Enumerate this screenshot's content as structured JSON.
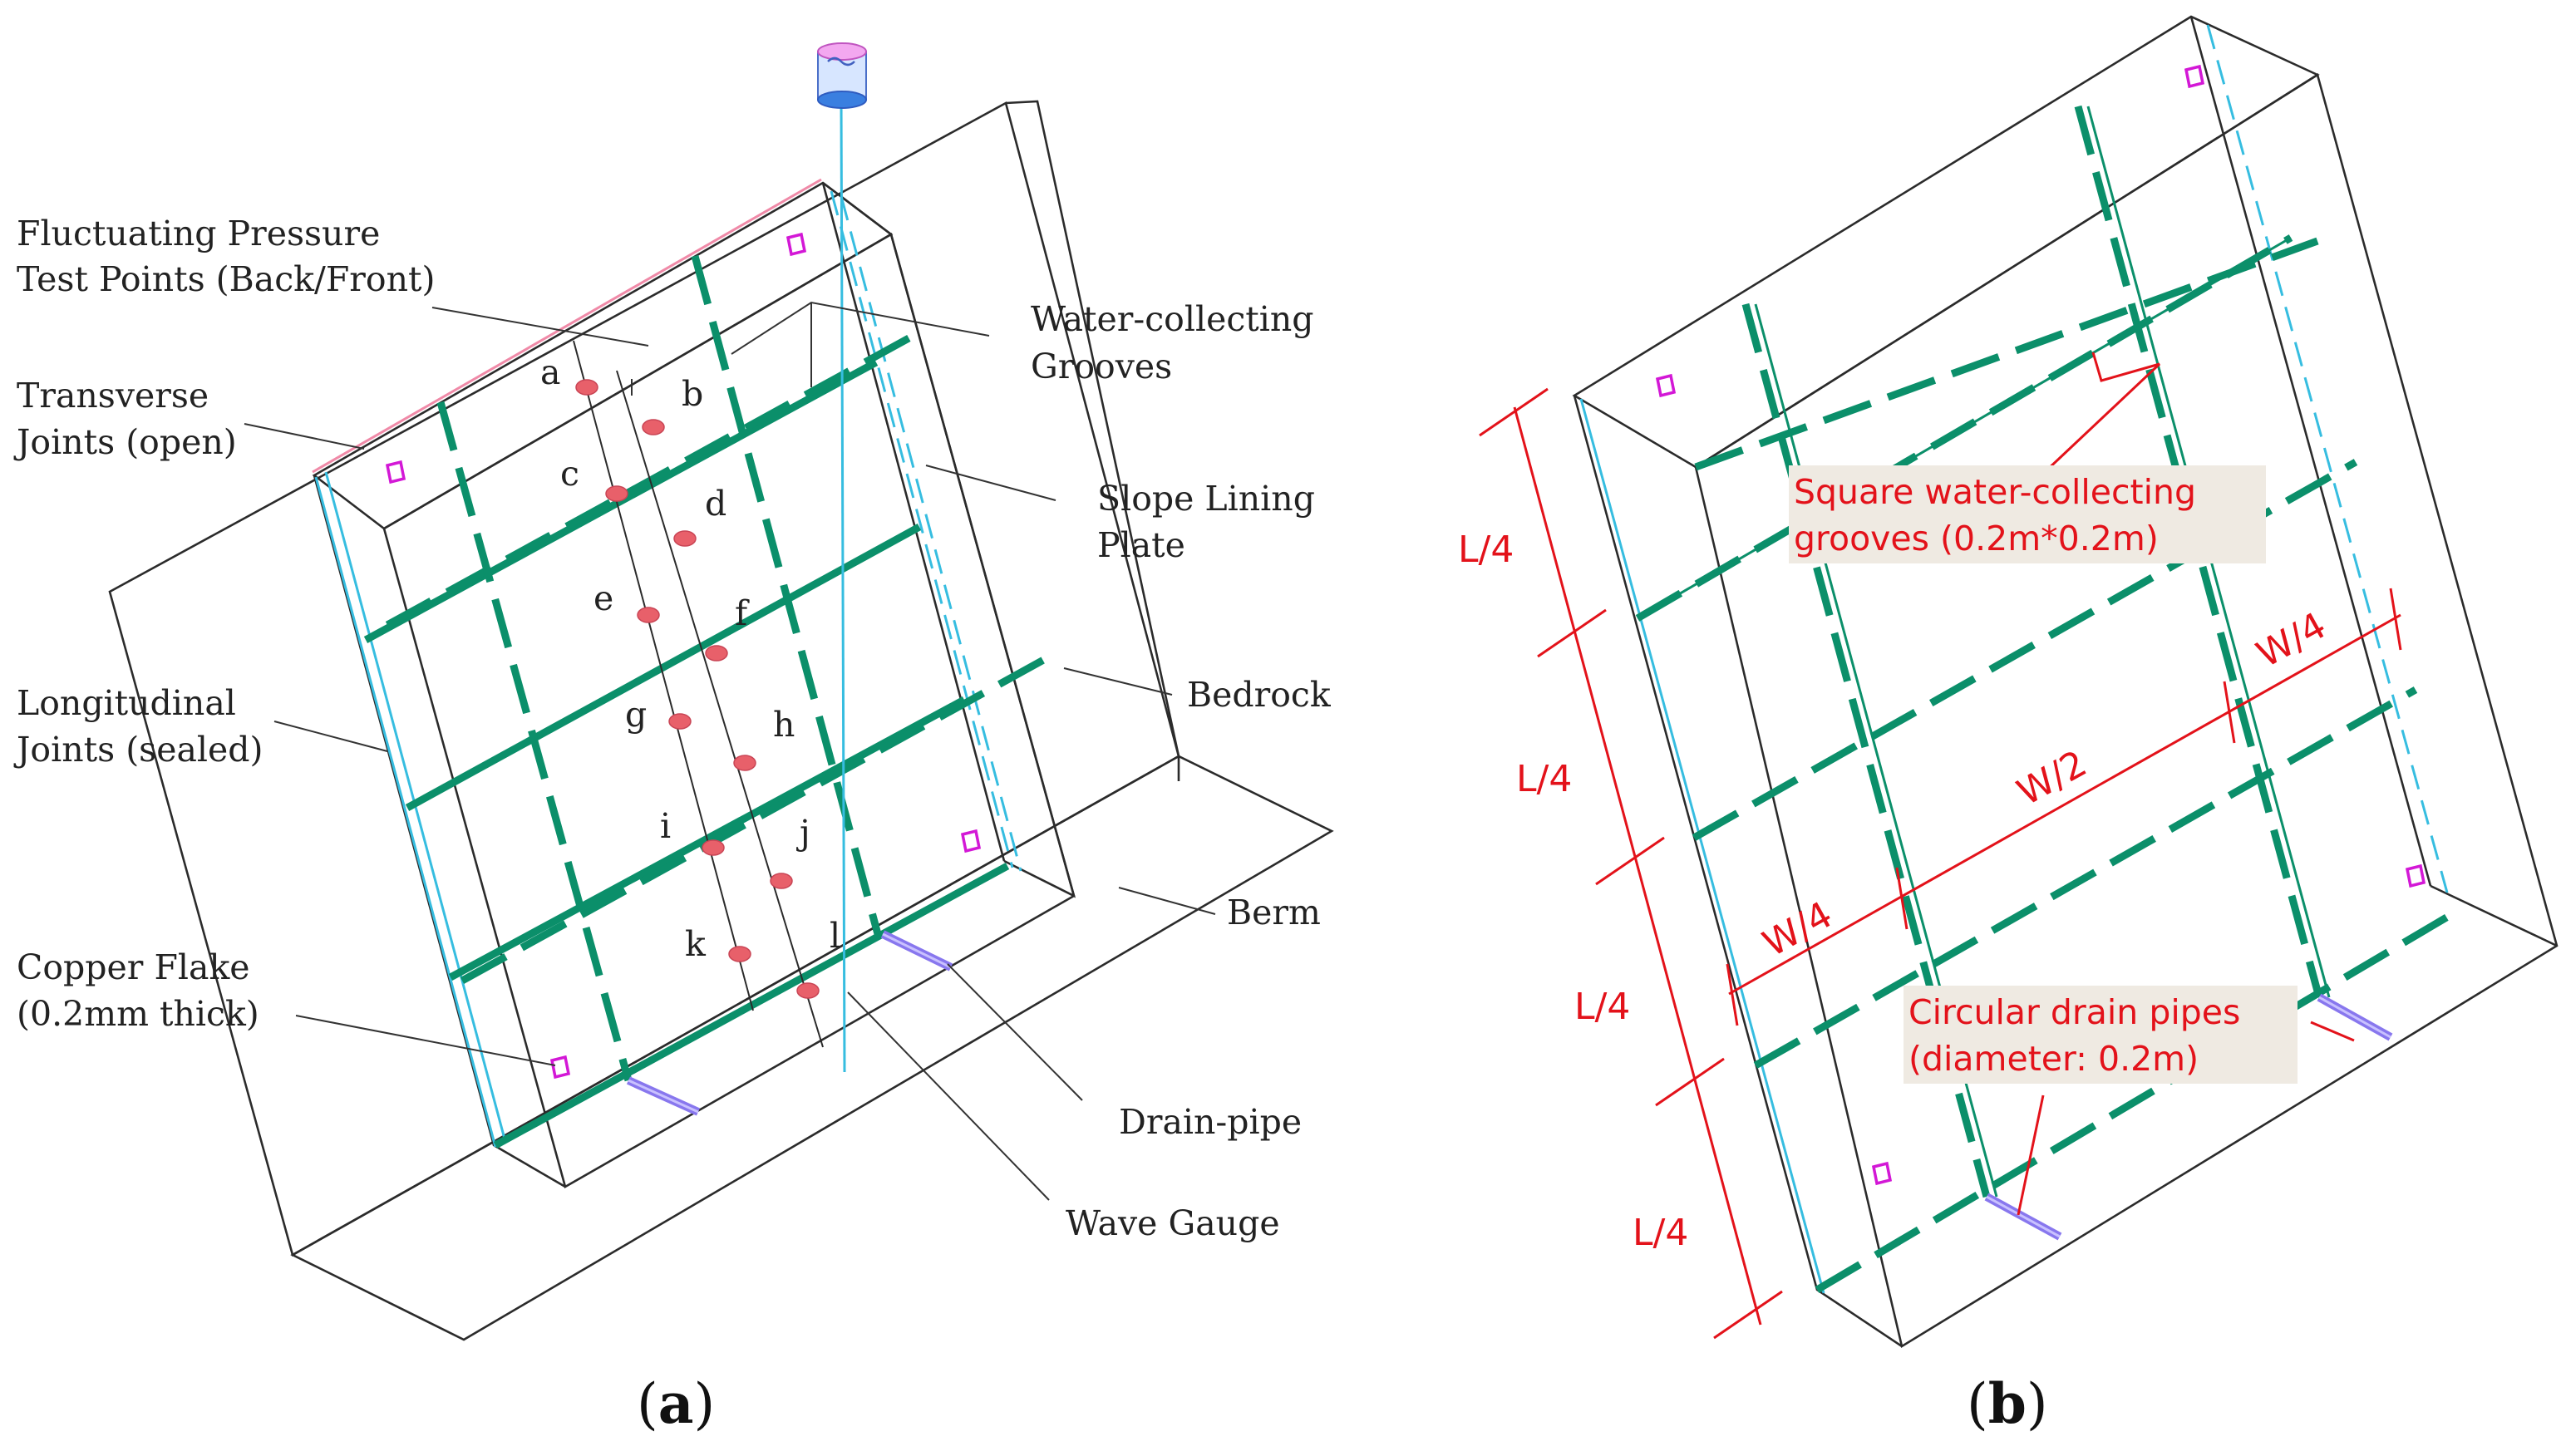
{
  "panel_a": {
    "caption_open": "(",
    "caption_letter": "a",
    "caption_close": ")",
    "labels": {
      "fluct_line1": "Fluctuating  Pressure",
      "fluct_line2": "Test Points (Back/Front)",
      "water_line1": "Water-collecting",
      "water_line2": "Grooves",
      "transverse_line1": "Transverse",
      "transverse_line2": "Joints (open)",
      "slope_line1": "Slope Lining",
      "slope_line2": "Plate",
      "bedrock": "Bedrock",
      "longitudinal_line1": "Longitudinal",
      "longitudinal_line2": "Joints (sealed)",
      "berm": "Berm",
      "copper_line1": "Copper Flake",
      "copper_line2": "(0.2mm thick)",
      "drain_pipe": "Drain-pipe",
      "wave_gauge": "Wave Gauge"
    },
    "points": [
      "a",
      "b",
      "c",
      "d",
      "e",
      "f",
      "g",
      "h",
      "i",
      "j",
      "k",
      "l"
    ]
  },
  "panel_b": {
    "caption_open": "(",
    "caption_letter": "b",
    "caption_close": ")",
    "groove_line1": "Square water-collecting",
    "groove_line2": "grooves (0.2m*0.2m)",
    "pipe_line1": "Circular drain pipes",
    "pipe_line2": "(diameter: 0.2m)",
    "dims": {
      "l1": "L/4",
      "l2": "L/4",
      "l3": "L/4",
      "l4": "L/4",
      "w_left": "W/4",
      "w_mid": "W/2",
      "w_right": "W/4"
    }
  },
  "colors": {
    "groove_green": "#0b8f6a",
    "joint_cyan": "#36bde0",
    "flake_magenta": "#d318d6",
    "sensor_red": "#e8606a",
    "dimension_red": "#e3121a",
    "pipe_violet": "#8877ee"
  }
}
